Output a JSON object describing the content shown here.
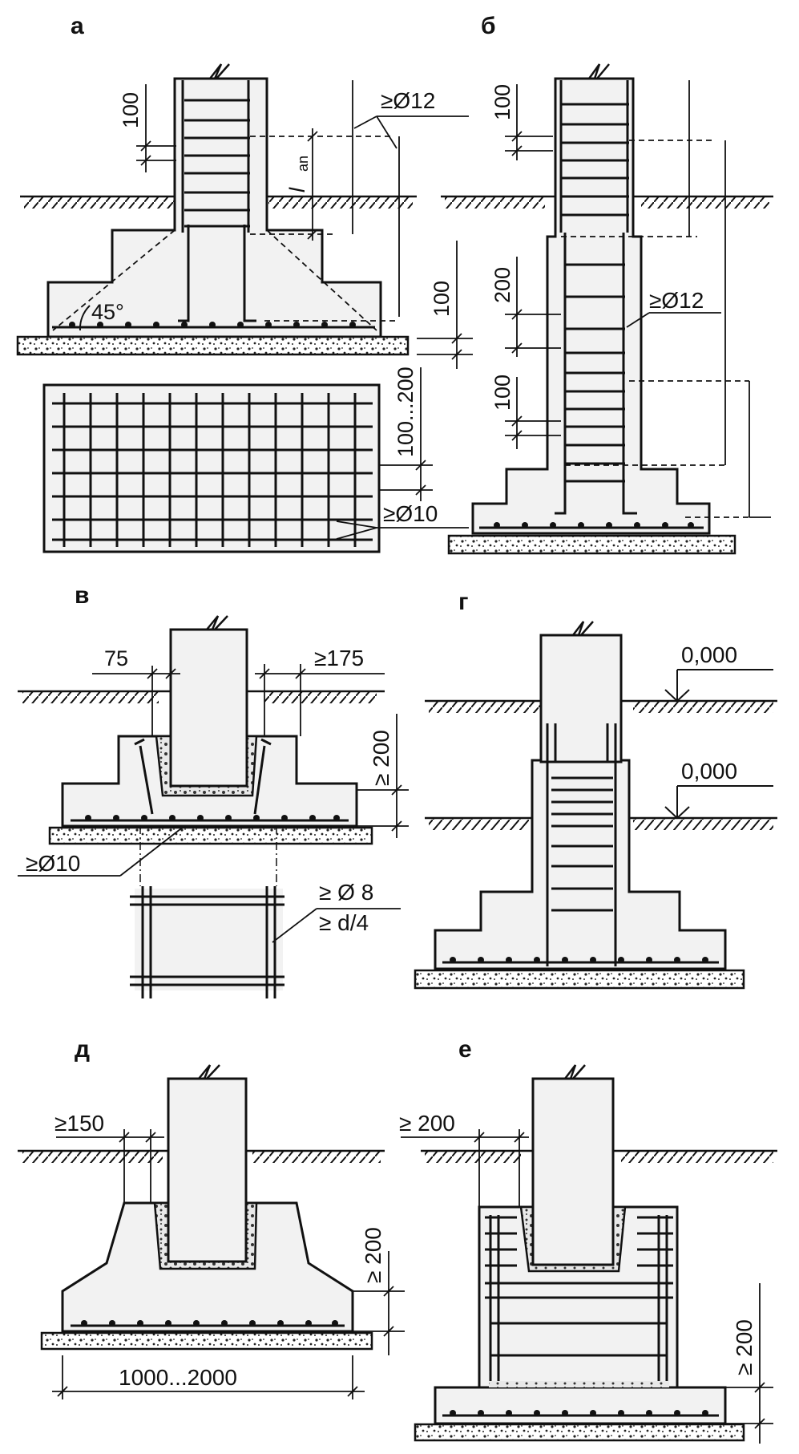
{
  "colors": {
    "ink": "#111111",
    "concrete": "#f2f2f2",
    "gravel_dots": "#222222"
  },
  "panels": {
    "a": {
      "title": "а",
      "labels": {
        "d100": "100",
        "lan": "l",
        "lan_sub": "an",
        "ge12": "≥Ø12",
        "deg45": "45°",
        "d100b": "100",
        "d100_200": "100...200",
        "ge10": "≥Ø10"
      }
    },
    "b": {
      "title": "б",
      "labels": {
        "d100a": "100",
        "d200": "200",
        "ge12": "≥Ø12",
        "d100b": "100"
      }
    },
    "v": {
      "title": "в",
      "labels": {
        "d75": "75",
        "ge175": "≥175",
        "ge200": "≥ 200",
        "ge10": "≥Ø10",
        "ge8": "≥ Ø 8",
        "ged4": "≥ d/4"
      }
    },
    "g": {
      "title": "г",
      "labels": {
        "lvl1": "0,000",
        "lvl2": "0,000"
      }
    },
    "d": {
      "title": "д",
      "labels": {
        "ge150": "≥150",
        "ge200": "≥ 200",
        "span": "1000...2000"
      }
    },
    "e": {
      "title": "е",
      "labels": {
        "ge200a": "≥ 200",
        "ge200b": "≥ 200"
      }
    }
  }
}
